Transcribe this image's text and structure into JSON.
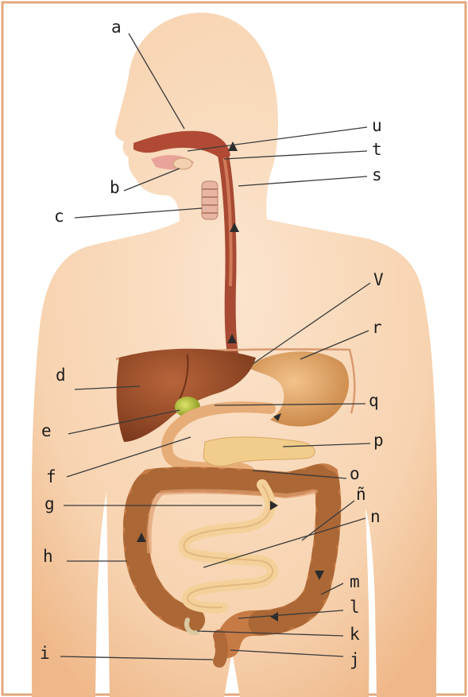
{
  "colors": {
    "skin_light": "#fbe4cd",
    "skin": "#f6cda6",
    "skin_shade": "#efb88a",
    "frame": "#e3a77d",
    "liver": "#a0522d",
    "liver_dark": "#7c3a1c",
    "stomach": "#e6a86a",
    "gallbladder": "#b7c43b",
    "pancreas": "#f2cc8a",
    "colon": "#c67b45",
    "colon_dark": "#9a5a2c",
    "small_intestine": "#f4d19a",
    "esophagus": "#a84a33",
    "line": "#3a3a3a",
    "label": "#1e1e1e"
  },
  "labels": {
    "a": "a",
    "b": "b",
    "c": "c",
    "d": "d",
    "e": "e",
    "f": "f",
    "g": "g",
    "h": "h",
    "i": "i",
    "j": "j",
    "k": "k",
    "l": "l",
    "m": "m",
    "n": "n",
    "enye": "ñ",
    "o": "o",
    "p": "p",
    "q": "q",
    "r": "r",
    "s": "s",
    "t": "t",
    "u": "u",
    "V": "V"
  }
}
